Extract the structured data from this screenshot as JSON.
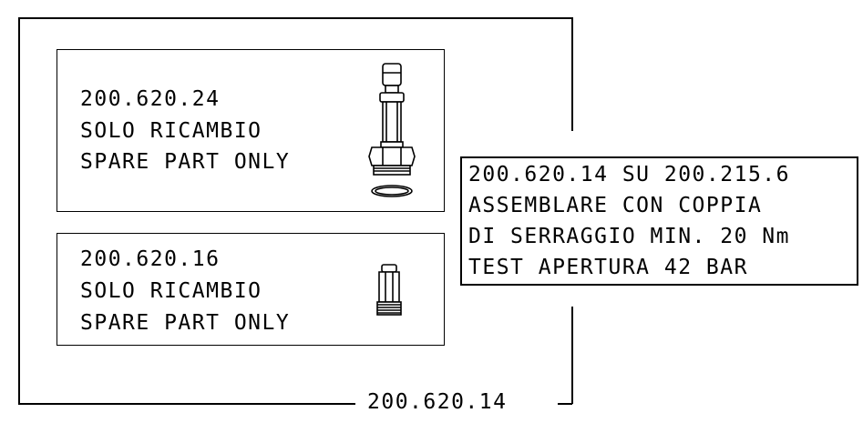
{
  "outer_label": "200.620.14",
  "part_upper": {
    "code": "200.620.24",
    "line1": "SOLO RICAMBIO",
    "line2": "SPARE PART ONLY",
    "illustration": "valve-spindle-with-nut-and-oring-icon"
  },
  "part_lower": {
    "code": "200.620.16",
    "line1": "SOLO RICAMBIO",
    "line2": "SPARE PART ONLY",
    "illustration": "hex-fitting-icon"
  },
  "note": {
    "line1": "200.620.14 SU 200.215.6",
    "line2": "ASSEMBLARE CON COPPIA",
    "line3": "DI SERRAGGIO MIN. 20 Nm",
    "line4": "TEST APERTURA 42 BAR"
  }
}
